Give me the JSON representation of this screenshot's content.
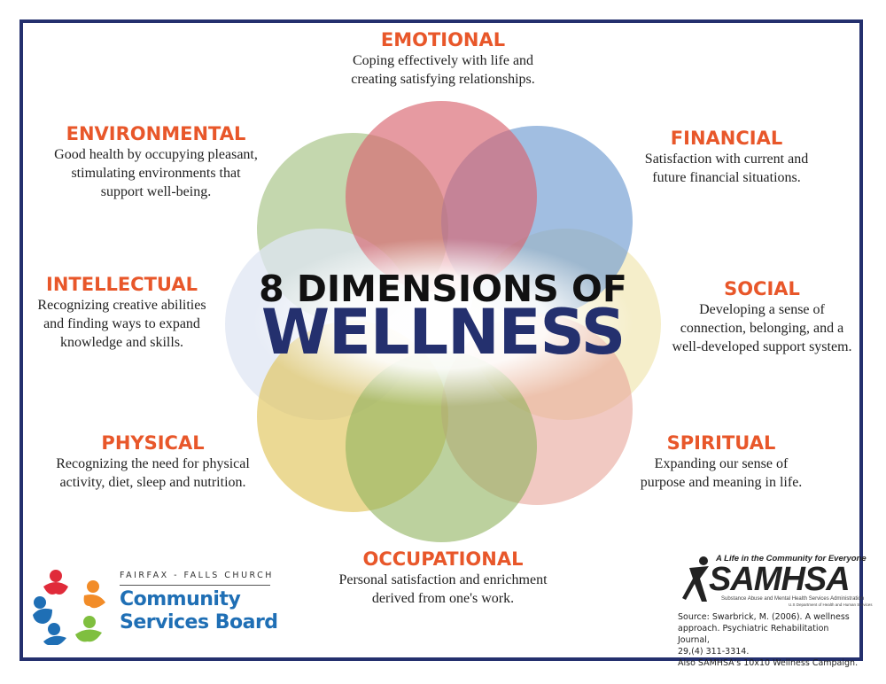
{
  "title": {
    "line1": "8 DIMENSIONS OF",
    "line2": "WELLNESS"
  },
  "dimensions": {
    "emotional": {
      "heading": "EMOTIONAL",
      "text": "Coping effectively with life and\ncreating satisfying relationships.",
      "color": "#d9646f"
    },
    "financial": {
      "heading": "FINANCIAL",
      "text": "Satisfaction with current and\nfuture financial situations.",
      "color": "#6f9bd1"
    },
    "social": {
      "heading": "SOCIAL",
      "text": "Developing a sense of\nconnection, belonging, and a\nwell-developed support system.",
      "color": "#efe2a6"
    },
    "spiritual": {
      "heading": "SPIRITUAL",
      "text": "Expanding our sense of\npurpose and meaning in life.",
      "color": "#e8a59a"
    },
    "occupational": {
      "heading": "OCCUPATIONAL",
      "text": "Personal satisfaction and enrichment\nderived from one's work.",
      "color": "#8fb25e"
    },
    "physical": {
      "heading": "PHYSICAL",
      "text": "Recognizing the need for physical\nactivity, diet, sleep and nutrition.",
      "color": "#e0c55a"
    },
    "intellectual": {
      "heading": "INTELLECTUAL",
      "text": "Recognizing creative abilities\nand finding ways to expand\nknowledge and skills.",
      "color": "#dfe6f3"
    },
    "environmental": {
      "heading": "ENVIRONMENTAL",
      "text": "Good health by occupying pleasant,\nstimulating environments that\nsupport well-being.",
      "color": "#a5c283"
    }
  },
  "logos": {
    "csb": {
      "top_line": "FAIRFAX - FALLS CHURCH",
      "line1": "Community",
      "line2": "Services Board"
    },
    "samhsa": {
      "tagline": "A Life in the Community for Everyone",
      "wordmark": "SAMHSA",
      "subtitle": "Substance Abuse and Mental Health Services Administration",
      "subtitle2": "U.S Department of Health and Human Services"
    }
  },
  "source": "Source: Swarbrick, M. (2006). A wellness\napproach. Psychiatric Rehabilitation Journal,\n29,(4) 311-3314.\nAlso SAMHSA's 10x10 Wellness Campaign.",
  "colors": {
    "heading": "#e8572a",
    "title_dark": "#24306e",
    "frame": "#24306e"
  }
}
